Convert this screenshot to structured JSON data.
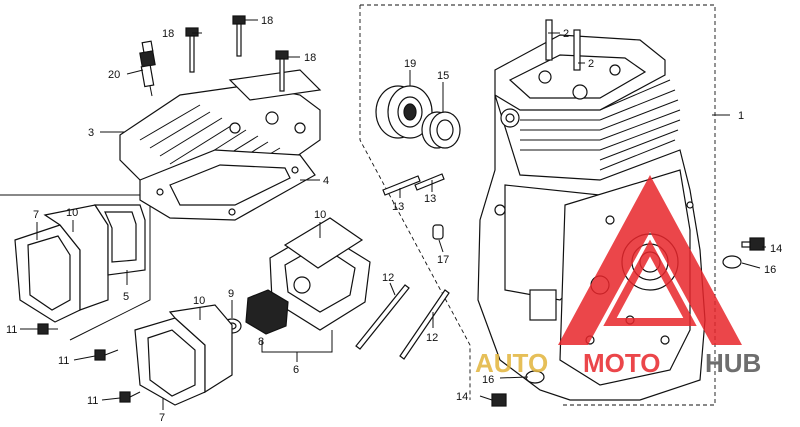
{
  "callouts": {
    "c1": "1",
    "c2a": "2",
    "c2b": "2",
    "c3": "3",
    "c4": "4",
    "c5": "5",
    "c6": "6",
    "c7a": "7",
    "c7b": "7",
    "c8": "8",
    "c9": "9",
    "c10a": "10",
    "c10b": "10",
    "c10c": "10",
    "c11a": "11",
    "c11b": "11",
    "c11c": "11",
    "c12a": "12",
    "c12b": "12",
    "c13a": "13",
    "c13b": "13",
    "c14a": "14",
    "c14b": "14",
    "c15": "15",
    "c16a": "16",
    "c16b": "16",
    "c17": "17",
    "c18a": "18",
    "c18b": "18",
    "c18c": "18",
    "c19": "19",
    "c20": "20"
  },
  "watermark": {
    "part1": "AUTO",
    "part2": "MOTO",
    "part3": "HUB",
    "accent_color": "#e8262b",
    "gold_color": "#e2b43c",
    "grey_color": "#555555"
  }
}
